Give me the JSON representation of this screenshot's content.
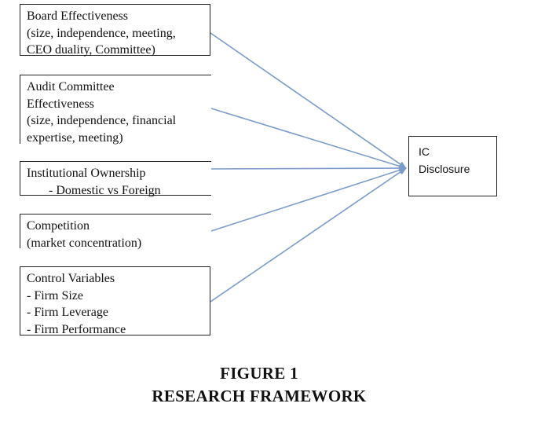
{
  "diagram": {
    "inputs": [
      {
        "id": "board",
        "lines": [
          "Board Effectiveness",
          "(size, independence, meeting,",
          "CEO duality, Committee)"
        ]
      },
      {
        "id": "audit",
        "lines": [
          "Audit Committee",
          "Effectiveness",
          "(size, independence, financial",
          "expertise, meeting)"
        ]
      },
      {
        "id": "inst",
        "lines": [
          "Institutional Ownership",
          "-    Domestic vs Foreign"
        ]
      },
      {
        "id": "comp",
        "lines": [
          "Competition",
          "(market concentration)"
        ]
      },
      {
        "id": "control",
        "lines": [
          "Control Variables",
          "- Firm Size",
          "- Firm Leverage",
          "- Firm Performance"
        ]
      }
    ],
    "output": {
      "lines": [
        "IC",
        "Disclosure"
      ]
    },
    "arrow_color": "#7b9cc9"
  },
  "caption": {
    "line1": "FIGURE 1",
    "line2": "RESEARCH FRAMEWORK"
  }
}
